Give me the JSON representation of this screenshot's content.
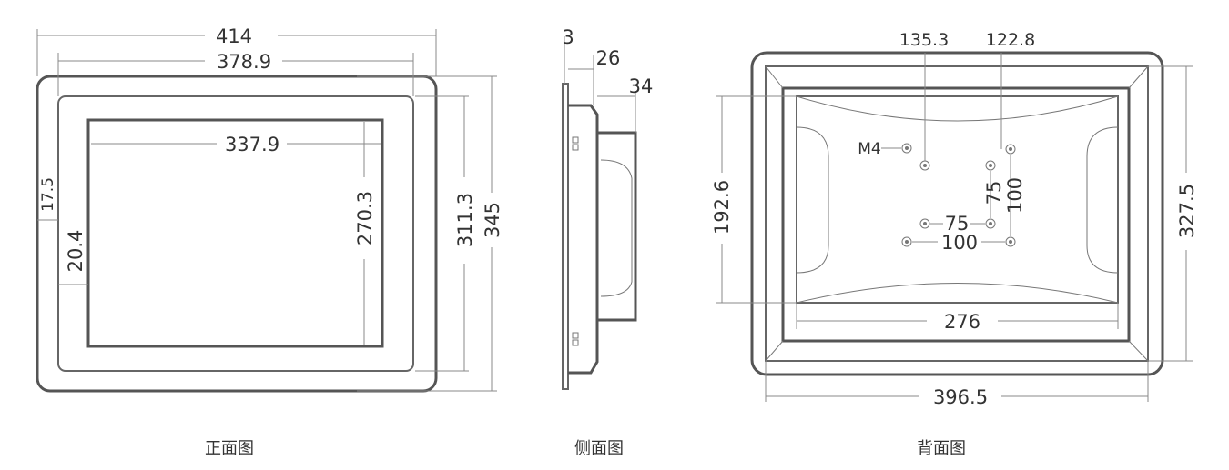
{
  "front": {
    "width_outer": "414",
    "width_bezel": "378.9",
    "width_screen": "337.9",
    "height_screen": "270.3",
    "height_bezel": "311.3",
    "height_outer": "345",
    "margin_top": "17.5",
    "margin_side": "20.4",
    "caption": "正面图"
  },
  "side": {
    "thickness_bezel": "3",
    "depth_body": "26",
    "depth_total": "34",
    "caption": "侧面图"
  },
  "back": {
    "offset_135": "135.3",
    "offset_122": "122.8",
    "screw_label": "M4",
    "vesa_75_h": "75",
    "vesa_75_v": "75",
    "vesa_100_v": "100",
    "vesa_100_h": "100",
    "height_panel": "192.6",
    "height_outer": "327.5",
    "width_panel": "276",
    "width_outer": "396.5",
    "caption": "背面图"
  },
  "colors": {
    "line": "#555555",
    "text": "#333333"
  }
}
